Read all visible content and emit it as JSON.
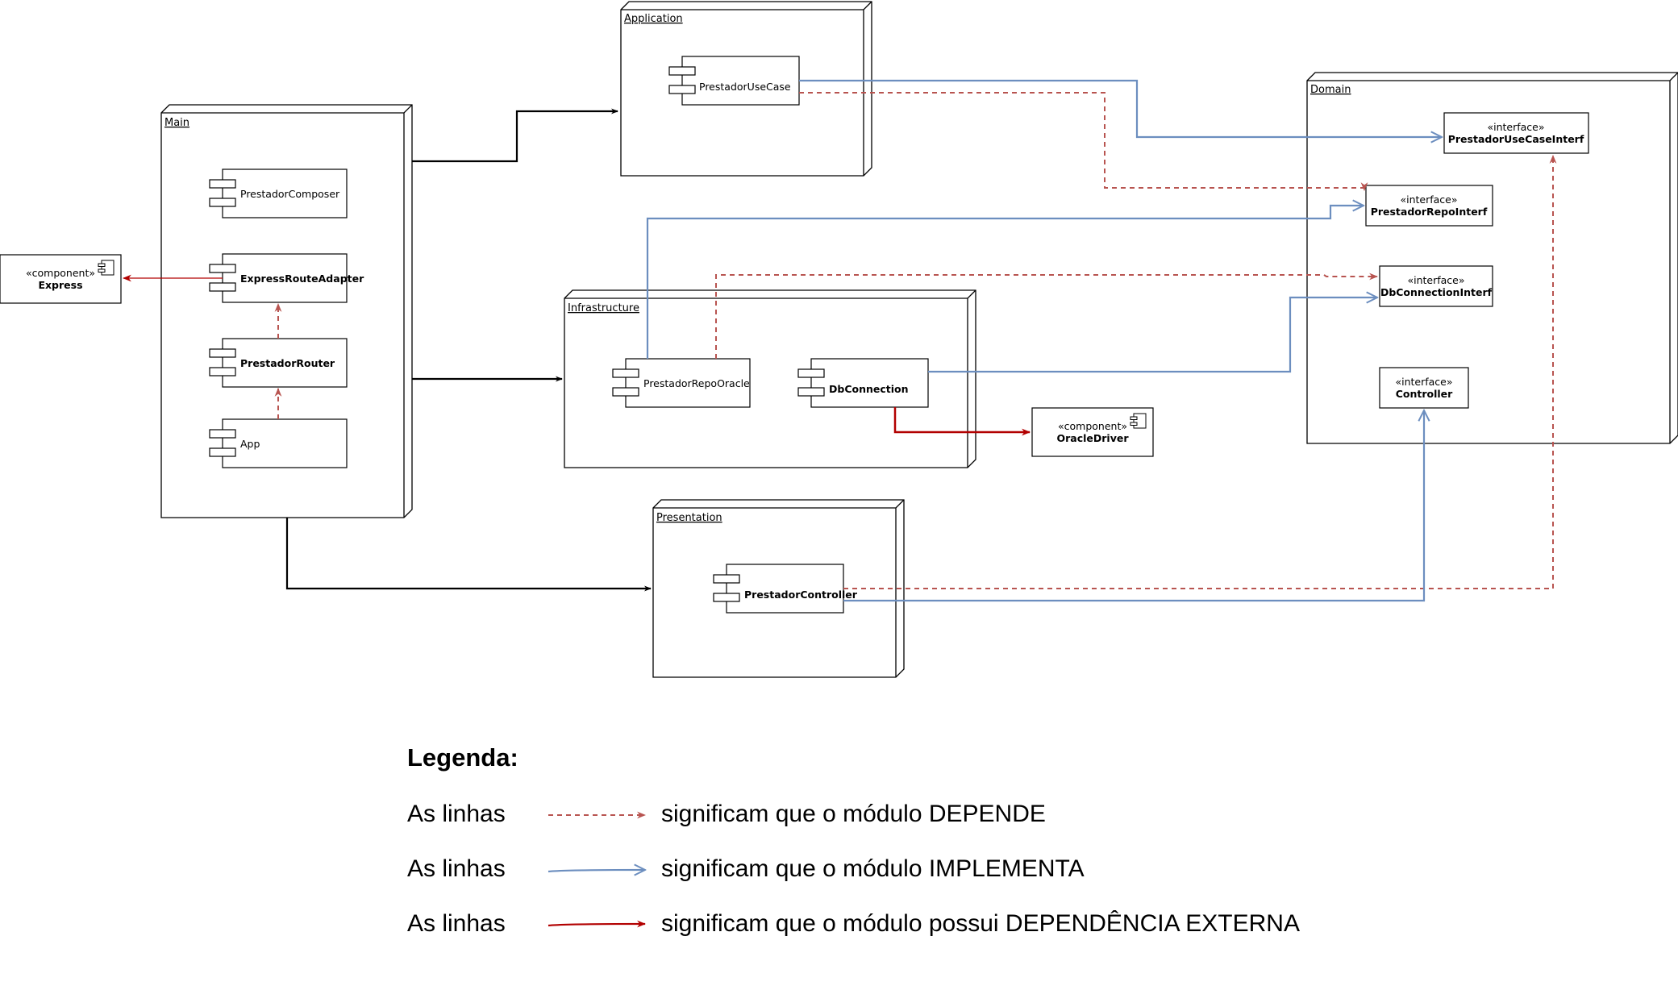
{
  "colors": {
    "depends": "#b85450",
    "implements": "#6c8ebf",
    "external": "#b20000",
    "structure": "#000000"
  },
  "nodes": {
    "main": "Main",
    "application": "Application",
    "domain": "Domain",
    "infrastructure": "Infrastructure",
    "presentation": "Presentation"
  },
  "components": {
    "prestador_composer": "PrestadorComposer",
    "express_route_adapter": "ExpressRouteAdapter",
    "prestador_router": "PrestadorRouter",
    "app": "App",
    "prestador_use_case": "PrestadorUseCase",
    "prestador_repo_oracle": "PrestadorRepoOracle",
    "db_connection": "DbConnection",
    "prestador_controller": "PrestadorController"
  },
  "externals": {
    "stereotype": "«component»",
    "express": "Express",
    "oracle_driver": "OracleDriver"
  },
  "interfaces": {
    "stereotype": "«interface»",
    "prestador_use_case_interf": "PrestadorUseCaseInterf",
    "prestador_repo_interf": "PrestadorRepoInterf",
    "db_connection_interf": "DbConnectionInterf",
    "controller": "Controller"
  },
  "legend": {
    "title": "Legenda:",
    "rows": [
      {
        "prefix": "As linhas",
        "text": "significam que o módulo DEPENDE"
      },
      {
        "prefix": "As linhas",
        "text": "significam que o módulo IMPLEMENTA"
      },
      {
        "prefix": "As linhas",
        "text": "significam que o módulo possui DEPENDÊNCIA EXTERNA"
      }
    ]
  }
}
